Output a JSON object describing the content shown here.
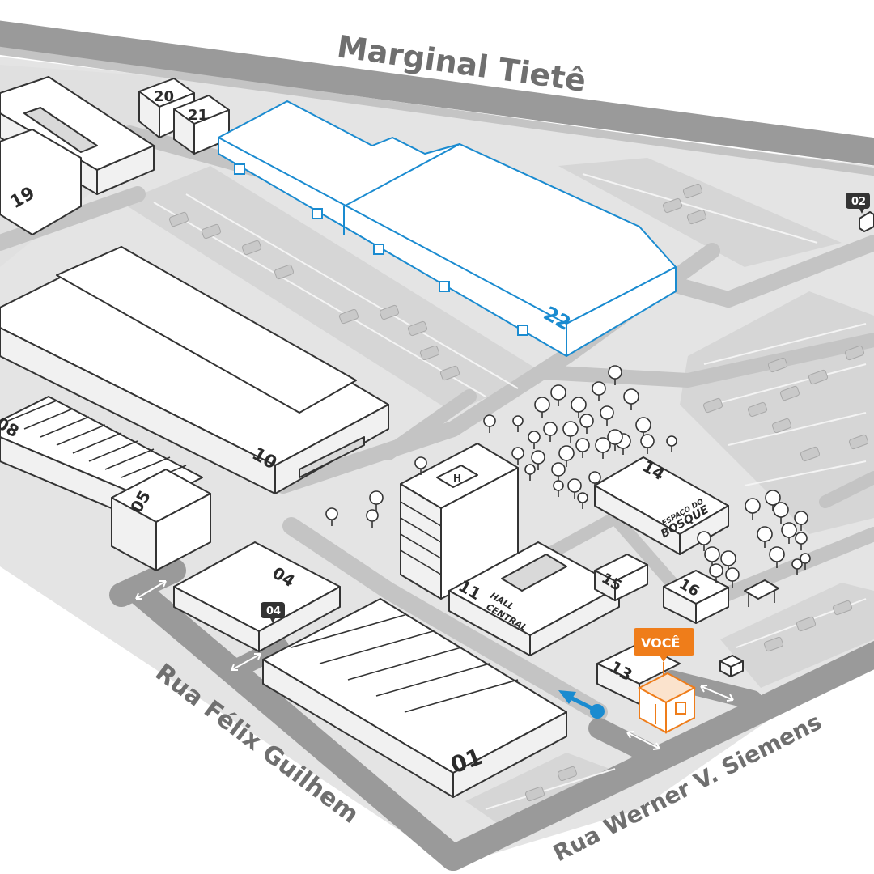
{
  "roads": {
    "top": "Marginal Tietê",
    "left": "Rua Félix Guilhem",
    "bottom": "Rua Werner V. Siemens"
  },
  "buildings": {
    "b01": "01",
    "b04": "04",
    "b05": "05",
    "b08": "08",
    "b10": "10",
    "b11": "11",
    "b13": "13",
    "b14": "14",
    "b15": "15",
    "b16": "16",
    "b19": "19",
    "b20": "20",
    "b21": "21",
    "b22": "22"
  },
  "labels": {
    "hall_line1": "HALL",
    "hall_line2": "CENTRAL",
    "bosque_line1": "ESPAÇO DO",
    "bosque_line2": "BOSQUE",
    "helipad": "H"
  },
  "gates": {
    "gate_02": "02",
    "gate_04": "04"
  },
  "you_are_here": "VOCÊ",
  "colors": {
    "road": "#9a9a9a",
    "lot": "#dcdcdc",
    "highlight": "#1a8bd0",
    "you_marker": "#ef7d1a",
    "direction_arrow": "#1a8bd0"
  },
  "icons": [
    "direction-arrow-icon",
    "two-way-arrow-icon",
    "you-are-here-pin-icon",
    "tree-icon",
    "car-icon"
  ]
}
